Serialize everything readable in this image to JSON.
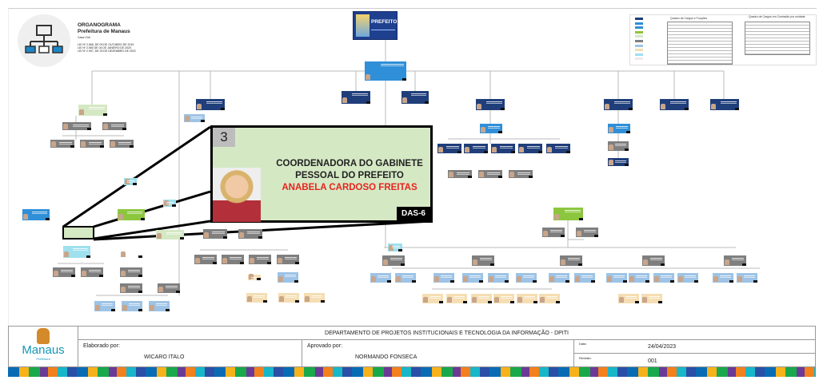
{
  "header": {
    "title": "ORGANOGRAMA",
    "org": "Prefeitura de Manaus",
    "unit": "Casa Civil",
    "laws": [
      "LEI Nº 2.566, DE 09 DE OUTUBRO DE 2019",
      "LEI Nº 2.580 DE 04 DE JANEIRO DE 2020",
      "LEI Nº 2.997, DE 29 DE DEZEMBRO DE 2022"
    ]
  },
  "top": {
    "prefeito_label": "PREFEITO"
  },
  "highlight": {
    "number": "3",
    "role_line1": "COORDENADORA DO GABINETE",
    "role_line2": "PESSOAL DO PREFEITO",
    "name": "ANABELA CARDOSO FREITAS",
    "level": "DAS-6"
  },
  "legend": {
    "table1_title": "Quadro de Cargos e Funções",
    "table2_title": "Quadro de Cargos em Comissão por unidade"
  },
  "footer": {
    "department": "DEPARTAMENTO DE PROJETOS INSTITUCIONAIS E TECNOLOGIA DA INFORMAÇÃO - DPITI",
    "prepared_label": "Elaborado por:",
    "prepared_by": "WICARO ITALO",
    "approved_label": "Aprovado por:",
    "approved_by": "NORMANDO FONSECA",
    "date_label": "Data:",
    "date": "24/04/2023",
    "revision_label": "Revisão:",
    "revision": "001",
    "logo_text": "Manaus",
    "logo_sub": "Prefeitura"
  },
  "colors": {
    "navy": "#1f3e7a",
    "blue": "#2f8fd8",
    "lightblue": "#9dc3e6",
    "green": "#8cc63f",
    "lightgreen": "#d5e8c4",
    "gray": "#7f7f7f",
    "cyan": "#9fe0ee",
    "tan": "#f5deb3",
    "highlight_name": "#e8231f"
  }
}
